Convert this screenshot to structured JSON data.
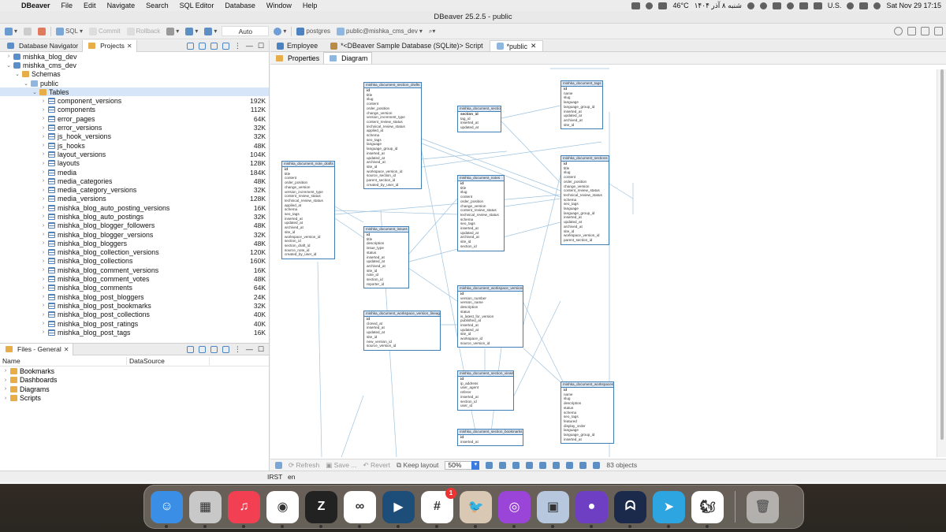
{
  "menubar": {
    "app_name": "DBeaver",
    "items": [
      "File",
      "Edit",
      "Navigate",
      "Search",
      "SQL Editor",
      "Database",
      "Window",
      "Help"
    ],
    "temperature": "46°C",
    "date_fa": "شنبه ۸ آذر ۱۴۰۴",
    "input_source": "U.S.",
    "datetime": "Sat Nov 29  17:15"
  },
  "window": {
    "title": "DBeaver 25.2.5 - public"
  },
  "toolbar": {
    "sql": "SQL",
    "commit": "Commit",
    "rollback": "Rollback",
    "mode": "Auto",
    "connection": "postgres",
    "schema": "public@mishka_cms_dev"
  },
  "navigator": {
    "tab_db": "Database Navigator",
    "tab_projects": "Projects",
    "items": [
      {
        "label": "mishka_blog_dev",
        "size": "",
        "level": 1,
        "kind": "db",
        "arrow": "›"
      },
      {
        "label": "mishka_cms_dev",
        "size": "",
        "level": 1,
        "kind": "db",
        "arrow": "⌄"
      },
      {
        "label": "Schemas",
        "size": "",
        "level": 2,
        "kind": "folder",
        "arrow": "⌄"
      },
      {
        "label": "public",
        "size": "",
        "level": 3,
        "kind": "schema",
        "arrow": "⌄"
      },
      {
        "label": "Tables",
        "size": "",
        "level": 4,
        "kind": "folder",
        "arrow": "⌄"
      },
      {
        "label": "component_versions",
        "size": "192K",
        "level": 5,
        "kind": "table",
        "arrow": "›"
      },
      {
        "label": "components",
        "size": "112K",
        "level": 5,
        "kind": "table",
        "arrow": "›"
      },
      {
        "label": "error_pages",
        "size": "64K",
        "level": 5,
        "kind": "table",
        "arrow": "›"
      },
      {
        "label": "error_versions",
        "size": "32K",
        "level": 5,
        "kind": "table",
        "arrow": "›"
      },
      {
        "label": "js_hook_versions",
        "size": "32K",
        "level": 5,
        "kind": "table",
        "arrow": "›"
      },
      {
        "label": "js_hooks",
        "size": "48K",
        "level": 5,
        "kind": "table",
        "arrow": "›"
      },
      {
        "label": "layout_versions",
        "size": "104K",
        "level": 5,
        "kind": "table",
        "arrow": "›"
      },
      {
        "label": "layouts",
        "size": "128K",
        "level": 5,
        "kind": "table",
        "arrow": "›"
      },
      {
        "label": "media",
        "size": "184K",
        "level": 5,
        "kind": "table",
        "arrow": "›"
      },
      {
        "label": "media_categories",
        "size": "48K",
        "level": 5,
        "kind": "table",
        "arrow": "›"
      },
      {
        "label": "media_category_versions",
        "size": "32K",
        "level": 5,
        "kind": "table",
        "arrow": "›"
      },
      {
        "label": "media_versions",
        "size": "128K",
        "level": 5,
        "kind": "table",
        "arrow": "›"
      },
      {
        "label": "mishka_blog_auto_posting_versions",
        "size": "16K",
        "level": 5,
        "kind": "table",
        "arrow": "›"
      },
      {
        "label": "mishka_blog_auto_postings",
        "size": "32K",
        "level": 5,
        "kind": "table",
        "arrow": "›"
      },
      {
        "label": "mishka_blog_blogger_followers",
        "size": "48K",
        "level": 5,
        "kind": "table",
        "arrow": "›"
      },
      {
        "label": "mishka_blog_blogger_versions",
        "size": "32K",
        "level": 5,
        "kind": "table",
        "arrow": "›"
      },
      {
        "label": "mishka_blog_bloggers",
        "size": "48K",
        "level": 5,
        "kind": "table",
        "arrow": "›"
      },
      {
        "label": "mishka_blog_collection_versions",
        "size": "120K",
        "level": 5,
        "kind": "table",
        "arrow": "›"
      },
      {
        "label": "mishka_blog_collections",
        "size": "160K",
        "level": 5,
        "kind": "table",
        "arrow": "›"
      },
      {
        "label": "mishka_blog_comment_versions",
        "size": "16K",
        "level": 5,
        "kind": "table",
        "arrow": "›"
      },
      {
        "label": "mishka_blog_comment_votes",
        "size": "48K",
        "level": 5,
        "kind": "table",
        "arrow": "›"
      },
      {
        "label": "mishka_blog_comments",
        "size": "64K",
        "level": 5,
        "kind": "table",
        "arrow": "›"
      },
      {
        "label": "mishka_blog_post_bloggers",
        "size": "24K",
        "level": 5,
        "kind": "table",
        "arrow": "›"
      },
      {
        "label": "mishka_blog_post_bookmarks",
        "size": "32K",
        "level": 5,
        "kind": "table",
        "arrow": "›"
      },
      {
        "label": "mishka_blog_post_collections",
        "size": "40K",
        "level": 5,
        "kind": "table",
        "arrow": "›"
      },
      {
        "label": "mishka_blog_post_ratings",
        "size": "40K",
        "level": 5,
        "kind": "table",
        "arrow": "›"
      },
      {
        "label": "mishka_blog_post_tags",
        "size": "16K",
        "level": 5,
        "kind": "table",
        "arrow": "›"
      }
    ]
  },
  "files": {
    "title": "Files - General",
    "col_name": "Name",
    "col_source": "DataSource",
    "items": [
      "Bookmarks",
      "Dashboards",
      "Diagrams",
      "Scripts"
    ]
  },
  "editor": {
    "tabs": [
      "Employee",
      "*<DBeaver Sample Database (SQLite)> Script",
      "*public"
    ],
    "subtabs": [
      "Properties",
      "Diagram"
    ]
  },
  "diagram": {
    "entities": [
      {
        "name": "mishka_document_section_drafts",
        "fields": [
          "id",
          "title",
          "slug",
          "content",
          "order_position",
          "change_version",
          "version_increment_type",
          "content_review_status",
          "technical_review_status",
          "applied_at",
          "schema",
          "seo_tags",
          "language",
          "language_group_id",
          "inserted_at",
          "updated_at",
          "archived_at",
          "site_id",
          "workspace_version_id",
          "source_section_id",
          "parent_section_id",
          "created_by_user_id"
        ]
      },
      {
        "name": "mishka_document_section_tags",
        "fields": [
          "section_id",
          "tag_id",
          "inserted_at",
          "updated_at"
        ]
      },
      {
        "name": "mishka_document_tags",
        "fields": [
          "id",
          "name",
          "slug",
          "language",
          "language_group_id",
          "inserted_at",
          "updated_at",
          "archived_at",
          "site_id"
        ]
      },
      {
        "name": "mishka_document_note_drafts",
        "fields": [
          "id",
          "title",
          "content",
          "order_position",
          "change_version",
          "version_increment_type",
          "content_review_status",
          "technical_review_status",
          "applied_at",
          "schema",
          "seo_tags",
          "inserted_at",
          "updated_at",
          "archived_at",
          "site_id",
          "workspace_version_id",
          "section_id",
          "section_draft_id",
          "source_note_id",
          "created_by_user_id"
        ]
      },
      {
        "name": "mishka_document_notes",
        "fields": [
          "id",
          "title",
          "slug",
          "content",
          "order_position",
          "change_version",
          "content_review_status",
          "technical_review_status",
          "schema",
          "seo_tags",
          "inserted_at",
          "updated_at",
          "archived_at",
          "site_id",
          "section_id"
        ]
      },
      {
        "name": "mishka_document_sections",
        "fields": [
          "id",
          "title",
          "slug",
          "content",
          "order_position",
          "change_version",
          "content_review_status",
          "technical_review_status",
          "schema",
          "seo_tags",
          "language",
          "language_group_id",
          "inserted_at",
          "updated_at",
          "archived_at",
          "site_id",
          "workspace_version_id",
          "parent_section_id"
        ]
      },
      {
        "name": "mishka_document_issues",
        "fields": [
          "id",
          "title",
          "description",
          "issue_type",
          "status",
          "inserted_at",
          "updated_at",
          "archived_at",
          "site_id",
          "note_id",
          "section_id",
          "reporter_id"
        ]
      },
      {
        "name": "mishka_document_workspace_versions",
        "fields": [
          "id",
          "version_number",
          "version_name",
          "description",
          "status",
          "is_latest_for_version",
          "published_at",
          "inserted_at",
          "updated_at",
          "site_id",
          "workspace_id",
          "source_version_id"
        ]
      },
      {
        "name": "mishka_document_workspace_version_lineage",
        "fields": [
          "id",
          "cloned_at",
          "inserted_at",
          "updated_at",
          "site_id",
          "new_version_id",
          "source_version_id"
        ]
      },
      {
        "name": "mishka_document_section_views",
        "fields": [
          "id",
          "ip_address",
          "user_agent",
          "referer",
          "inserted_at",
          "section_id",
          "user_id"
        ]
      },
      {
        "name": "mishka_document_workspaces",
        "fields": [
          "id",
          "name",
          "slug",
          "description",
          "status",
          "schema",
          "seo_tags",
          "featured",
          "display_order",
          "language",
          "language_group_id",
          "inserted_at"
        ]
      },
      {
        "name": "mishka_document_section_bookmarks",
        "fields": [
          "id",
          "inserted_at"
        ]
      }
    ]
  },
  "diagram_bar": {
    "refresh": "Refresh",
    "save": "Save ...",
    "revert": "Revert",
    "keep_layout": "Keep layout",
    "zoom": "50%",
    "objects": "83 objects"
  },
  "status": {
    "tz": "IRST",
    "lang": "en"
  },
  "dock": {
    "apps": [
      {
        "name": "Finder",
        "color": "#3a8ee6",
        "glyph": "☺"
      },
      {
        "name": "Launchpad",
        "color": "#c8c8c8",
        "glyph": "▦"
      },
      {
        "name": "Music",
        "color": "#f23f52",
        "glyph": "♫"
      },
      {
        "name": "Chrome",
        "color": "#ffffff",
        "glyph": "◉"
      },
      {
        "name": "Zed",
        "color": "#222222",
        "glyph": "Z"
      },
      {
        "name": "Gitify",
        "color": "#ffffff",
        "glyph": "∞"
      },
      {
        "name": "Remote",
        "color": "#1d4e7a",
        "glyph": "▶"
      },
      {
        "name": "Slack",
        "color": "#ffffff",
        "glyph": "#"
      },
      {
        "name": "DBeaver",
        "color": "#d9c8b4",
        "glyph": "🐦"
      },
      {
        "name": "Podcasts",
        "color": "#9b45d8",
        "glyph": "◎"
      },
      {
        "name": "Preview",
        "color": "#b7c8de",
        "glyph": "▣"
      },
      {
        "name": "GitHub",
        "color": "#6e3fc2",
        "glyph": "●"
      },
      {
        "name": "Ghostty",
        "color": "#1b2a4a",
        "glyph": "ᗣ"
      },
      {
        "name": "Telegram",
        "color": "#2ca5e0",
        "glyph": "➤"
      },
      {
        "name": "Squirrel",
        "color": "#ffffff",
        "glyph": "🐿"
      }
    ],
    "trash": "Trash",
    "slack_badge": "1"
  }
}
